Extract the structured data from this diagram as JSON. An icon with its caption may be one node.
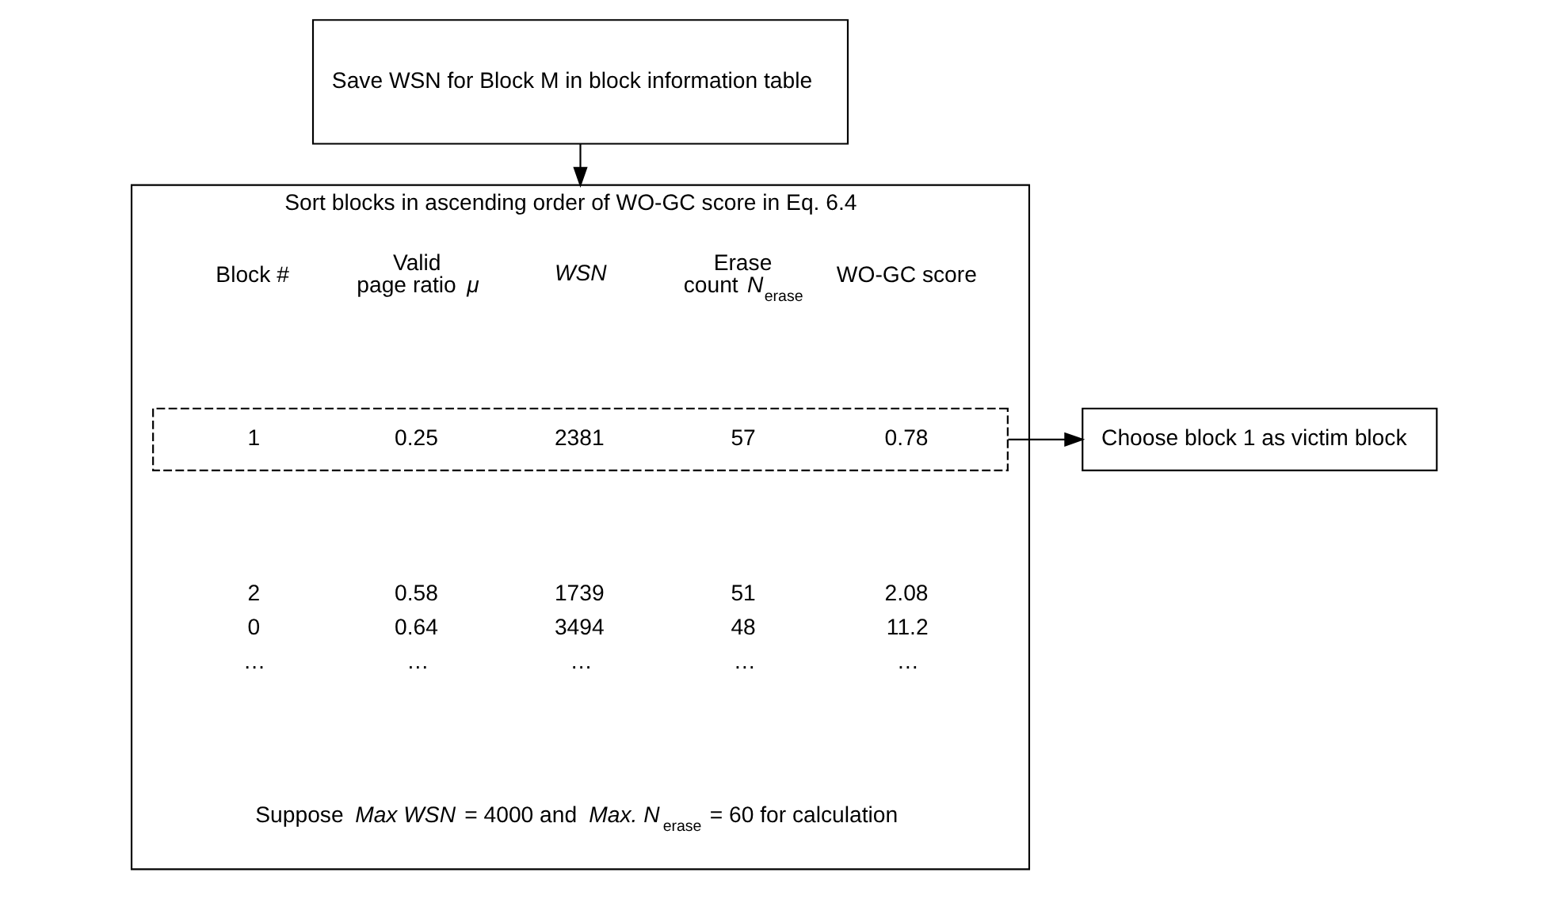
{
  "diagram": {
    "nodes": [
      {
        "text": [
          "Save WSN for Block M in block information table"
        ]
      },
      {
        "text": [
          "Sort blocks in ascending order of WO-GC score in Eq. 6.4"
        ]
      },
      {
        "text": [
          "1",
          "0.25",
          "2381",
          "57",
          "0.78"
        ],
        "in": 1
      },
      {
        "text": [
          "Choose block 1 as victim block"
        ]
      }
    ],
    "edges": [
      {
        "from": 0,
        "to": 1,
        "arrow": "to"
      },
      {
        "from": 2,
        "to": 3,
        "arrow": "to"
      }
    ],
    "labels": [
      "Block #",
      "Valid page ratio *μ*",
      "WSN",
      "Erase count *N*$_{erase}$",
      "WO-GC score",
      "2",
      "0.58",
      "1739",
      "51",
      "2.08",
      "0",
      "0.64",
      "3494",
      "48",
      "11.2",
      "…",
      "…",
      "…",
      "…",
      "…",
      "Suppose *Max WSN* = 4000 and *Max. N*$_{erase}$ = 60 for calculation"
    ]
  }
}
